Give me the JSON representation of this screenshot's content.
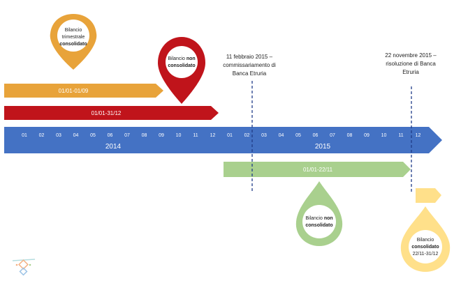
{
  "timeline": {
    "years": [
      "2014",
      "2015"
    ],
    "months_2014": [
      "01",
      "02",
      "03",
      "04",
      "05",
      "06",
      "07",
      "08",
      "09",
      "10",
      "11",
      "12"
    ],
    "months_2015": [
      "01",
      "02",
      "03",
      "04",
      "05",
      "06",
      "07",
      "08",
      "09",
      "10",
      "11",
      "12"
    ]
  },
  "bars": {
    "orange": "01/01-01/09",
    "red": "01/01-31/12",
    "green": "01/01-22/11"
  },
  "pins": {
    "orange": {
      "line1": "Bilancio",
      "line2": "trimestrale",
      "line3": "consolidato"
    },
    "red": {
      "line1a": "Bilancio ",
      "line1b": "non",
      "line2": "consolidato"
    },
    "green": {
      "line1a": "Bilancio ",
      "line1b": "non",
      "line2": "consolidato"
    },
    "yellow": {
      "line1": "Bilancio",
      "line2": "consolidato",
      "line3": "22/11-31/12"
    }
  },
  "events": {
    "feb": {
      "line1": "11 febbraio 2015 –",
      "line2": "commissariamento di",
      "line3": "Banca Etruria"
    },
    "nov": {
      "line1": "22 novembre 2015 –",
      "line2": "risoluzione di Banca",
      "line3": "Etruria"
    }
  },
  "colors": {
    "blue": "#4472C4",
    "orange": "#E8A33A",
    "red": "#C0141B",
    "green": "#A9D08E",
    "yellow": "#FFE08A",
    "dashed": "#1F3C88"
  }
}
